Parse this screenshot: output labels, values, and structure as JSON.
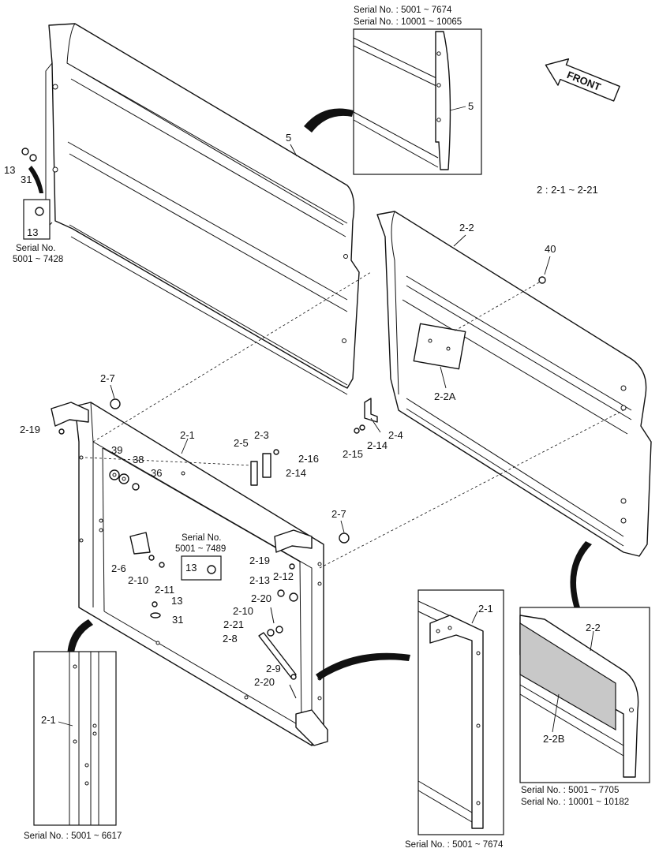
{
  "callouts": {
    "c_5_main": "5",
    "c_5_detail": "5",
    "c_13_top": "13",
    "c_31_top": "31",
    "c_13_box": "13",
    "c_2_2": "2-2",
    "c_40": "40",
    "c_2_2A": "2-2A",
    "c_2_7_top": "2-7",
    "c_2_19_left": "2-19",
    "c_2_1_main": "2-1",
    "c_2_3": "2-3",
    "c_2_5": "2-5",
    "c_2_16": "2-16",
    "c_2_14_mid": "2-14",
    "c_2_4": "2-4",
    "c_2_14_right": "2-14",
    "c_2_15": "2-15",
    "c_39": "39",
    "c_38": "38",
    "c_36": "36",
    "c_2_7_right": "2-7",
    "c_13_box2": "13",
    "c_2_6": "2-6",
    "c_2_10_left": "2-10",
    "c_2_11": "2-11",
    "c_13_bottom": "13",
    "c_31_bottom": "31",
    "c_2_19_right": "2-19",
    "c_2_13": "2-13",
    "c_2_12": "2-12",
    "c_2_20_top": "2-20",
    "c_2_10_right": "2-10",
    "c_2_21": "2-21",
    "c_2_8": "2-8",
    "c_2_9": "2-9",
    "c_2_20_bottom": "2-20",
    "c_2_1_detail_left": "2-1",
    "c_2_1_detail_right": "2-1",
    "c_2_2_detail": "2-2",
    "c_2_2B": "2-2B"
  },
  "notes": {
    "serial_top_1": "Serial No. : 5001 ~ 7674",
    "serial_top_2": "Serial No. : 10001 ~ 10065",
    "range_note": "2 : 2-1 ~ 2-21",
    "serial_box13_1": "Serial No.",
    "serial_box13_2": "5001 ~ 7428",
    "serial_box13b_1": "Serial No.",
    "serial_box13b_2": "5001 ~ 7489",
    "serial_bottom_left": "Serial No. : 5001 ~ 6617",
    "serial_bottom_mid": "Serial No. : 5001 ~ 7674",
    "serial_bottom_right_1": "Serial No. : 5001 ~ 7705",
    "serial_bottom_right_2": "Serial No. : 10001 ~ 10182"
  },
  "front_arrow_label": "FRONT"
}
